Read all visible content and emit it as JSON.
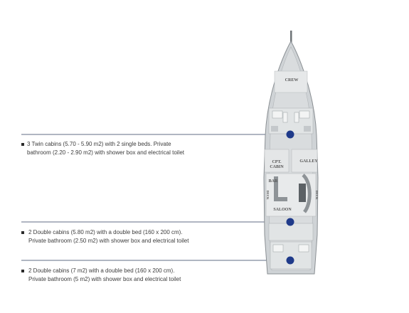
{
  "legend": [
    {
      "line1": "3 Twin cabins (5.70 - 5.90 m2) with 2 single beds.  Private",
      "line2": "bathroom (2.20 - 2.90 m2) with shower box and electrical toilet"
    },
    {
      "line1": "2 Double cabins (5.80 m2) with a double bed (160 x 200 cm).",
      "line2": "Private bathroom (2.50 m2) with shower box and electrical toilet"
    },
    {
      "line1": "2 Double cabins (7 m2) with a double bed (160 x 200 cm).",
      "line2": "Private bathroom (5 m2) with shower box and electrical toilet"
    }
  ],
  "deck_labels": {
    "crew": "CREW",
    "cpt_cabin_1": "CPT.",
    "cpt_cabin_2": "CABIN",
    "galley": "GALLEY",
    "bar": "BAR",
    "saloon": "SALOON",
    "deck_left": "DECK",
    "deck_right": "DECK"
  },
  "colors": {
    "leader_line": "#2e3b5c",
    "marker": "#1f3a8a",
    "hull": "#cfd3d6",
    "hull_outline": "#8a8f93"
  }
}
